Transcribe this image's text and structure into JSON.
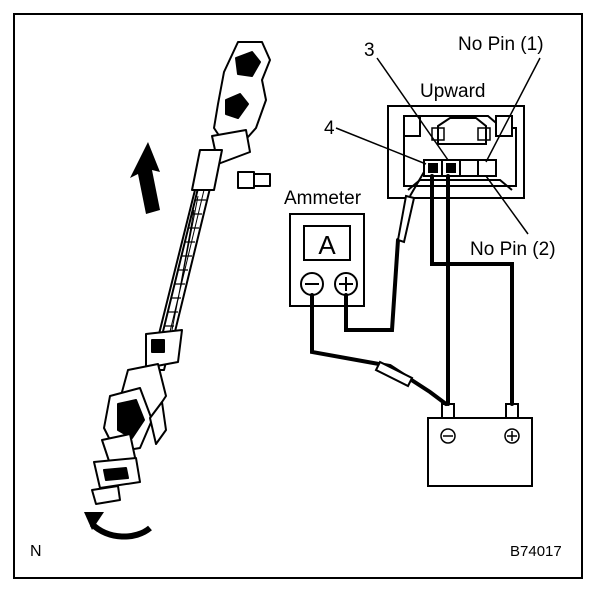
{
  "labels": {
    "pin3": "3",
    "pin4": "4",
    "no_pin_1": "No Pin (1)",
    "no_pin_2": "No Pin (2)",
    "upward": "Upward",
    "ammeter": "Ammeter",
    "meter_letter": "A",
    "corner_mark": "N",
    "figure_code": "B74017"
  },
  "symbols": {
    "meter_negative": "minus-terminal-icon",
    "meter_positive": "plus-terminal-icon",
    "battery_negative": "minus-terminal-icon",
    "battery_positive": "plus-terminal-icon"
  },
  "colors": {
    "ink": "#000000",
    "paper": "#ffffff"
  }
}
